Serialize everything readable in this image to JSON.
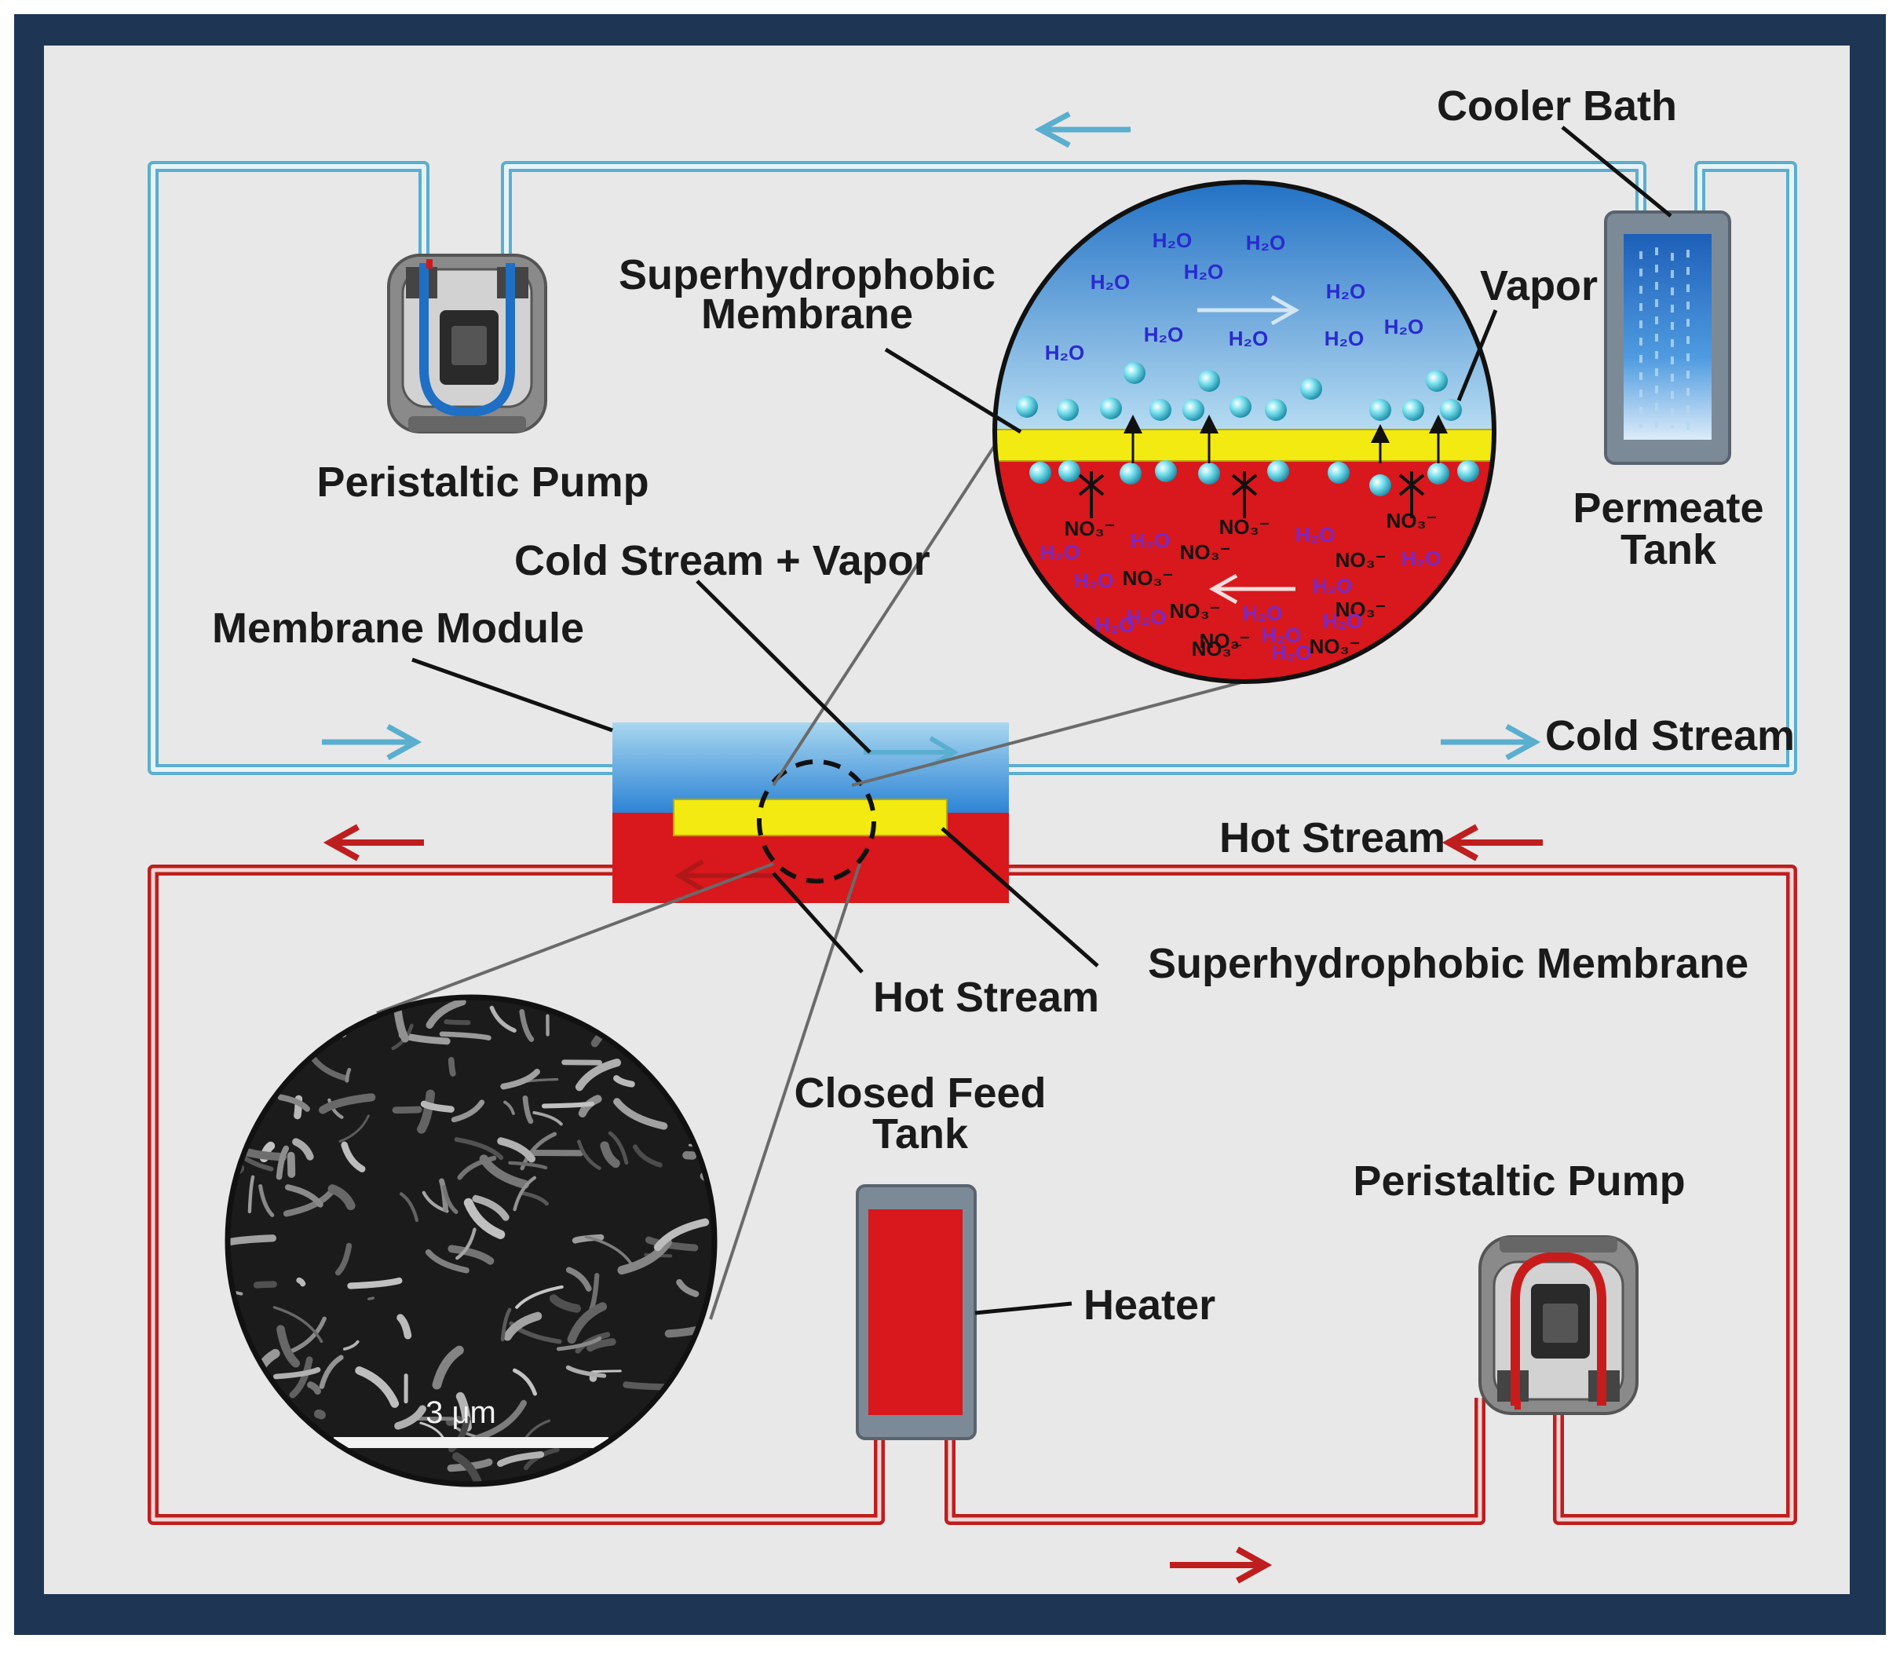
{
  "colors": {
    "frame": "#1e3553",
    "background": "#e8e8e8",
    "cold_line": "#5aaecf",
    "hot_line": "#bf1e1e",
    "membrane": "#f2ea10",
    "hot_fluid": "#d8181c",
    "cold_fluid_top": "#1f73c8",
    "cold_fluid_bottom": "#aad6f0",
    "molecule_blue": "#2a2ad0",
    "molecule_purple": "#7a28c8"
  },
  "labels": {
    "cooler_bath": "Cooler Bath",
    "superhydrophobic_membrane_line1": "Superhydrophobic",
    "superhydrophobic_membrane_line2": "Membrane",
    "vapor": "Vapor",
    "permeate_tank_line1": "Permeate",
    "permeate_tank_line2": "Tank",
    "peristaltic_pump_top": "Peristaltic Pump",
    "cold_stream_vapor": "Cold Stream + Vapor",
    "membrane_module": "Membrane Module",
    "cold_stream": "Cold Stream",
    "hot_stream_right": "Hot Stream",
    "superhydrophobic_membrane_bottom": "Superhydrophobic Membrane",
    "hot_stream_module": "Hot Stream",
    "closed_feed_tank_line1": "Closed Feed",
    "closed_feed_tank_line2": "Tank",
    "heater": "Heater",
    "peristaltic_pump_bottom": "Peristaltic Pump",
    "scale_bar": "3 μm"
  },
  "zoom_circle": {
    "cold_molecules": [
      "H₂O",
      "H₂O",
      "H₂O",
      "H₂O",
      "H₂O",
      "H₂O",
      "H₂O",
      "H₂O",
      "H₂O",
      "H₂O"
    ],
    "hot_molecules": [
      "NO₃⁻",
      "NO₃⁻",
      "NO₃⁻",
      "H₂O",
      "H₂O",
      "NO₃⁻",
      "H₂O",
      "NO₃⁻",
      "H₂O",
      "H₂O",
      "NO₃⁻",
      "H₂O",
      "H₂O",
      "NO₃⁻",
      "H₂O",
      "H₂O",
      "NO₃⁻",
      "H₂O",
      "H₂O",
      "NO₃⁻",
      "NO₃⁻",
      "NO₃⁻",
      "H₂O"
    ]
  },
  "icons": [
    "flow-arrow-icon",
    "peristaltic-pump-icon",
    "permeate-tank-icon",
    "feed-tank-icon",
    "sem-micrograph-icon"
  ]
}
